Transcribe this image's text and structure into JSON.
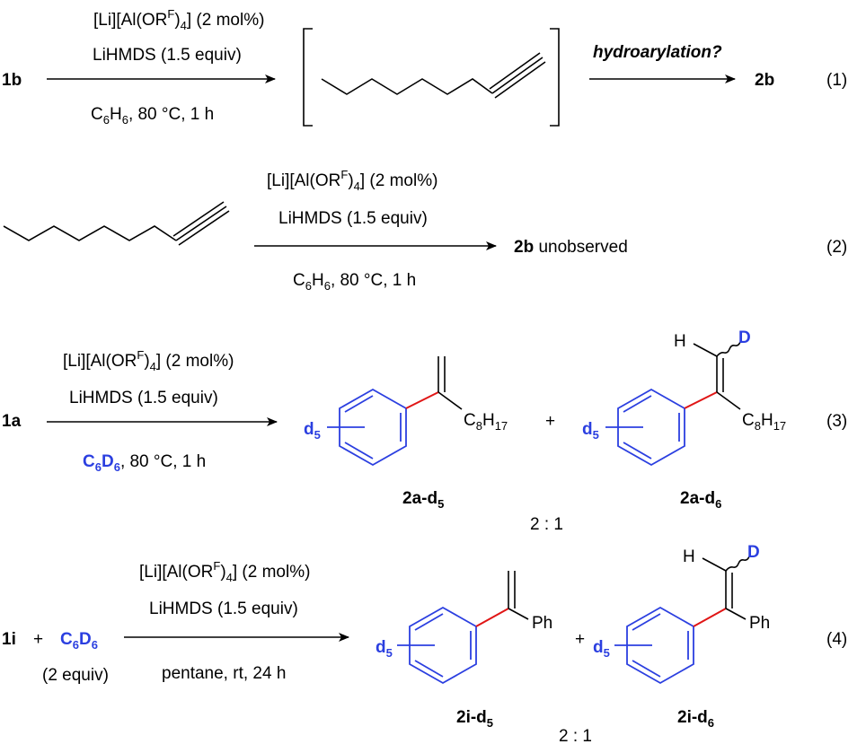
{
  "colors": {
    "blue": "#2b3fe0",
    "red": "#e01515",
    "black": "#000000"
  },
  "eq1": {
    "reactant": "1b",
    "cond1": [
      "[Li][Al(OR",
      "F",
      ")",
      "4",
      "] (2 mol%)"
    ],
    "cond2": "LiHMDS (1.5 equiv)",
    "cond3": [
      "C",
      "6",
      "H",
      "6",
      ", 80 °C, 1 h"
    ],
    "question": "hydroarylation?",
    "product": "2b",
    "number": "(1)"
  },
  "eq2": {
    "cond1": [
      "[Li][Al(OR",
      "F",
      ")",
      "4",
      "]  (2 mol%)"
    ],
    "cond2": "LiHMDS (1.5 equiv)",
    "cond3": [
      "C",
      "6",
      "H",
      "6",
      ", 80 °C, 1 h"
    ],
    "product": "2b",
    "product_note": " unobserved",
    "number": "(2)"
  },
  "eq3": {
    "reactant": "1a",
    "cond1": [
      "[Li][Al(OR",
      "F",
      ")",
      "4",
      "]  (2 mol%)"
    ],
    "cond2": "LiHMDS (1.5 equiv)",
    "cond3_solvent": [
      "C",
      "6",
      "D",
      "6"
    ],
    "cond3_rest": ", 80 °C, 1 h",
    "plus": "+",
    "p1_sub": [
      "C",
      "8",
      "H",
      "17"
    ],
    "p1_d": [
      "d",
      "5"
    ],
    "p1_label": [
      "2a-d",
      "5"
    ],
    "p2_H": "H",
    "p2_D": "D",
    "p2_sub": [
      "C",
      "8",
      "H",
      "17"
    ],
    "p2_d": [
      "d",
      "5"
    ],
    "p2_label": [
      "2a-d",
      "6"
    ],
    "ratio": "2 : 1",
    "number": "(3)"
  },
  "eq4": {
    "reactant": "1i",
    "plus1": "+",
    "reagent": [
      "C",
      "6",
      "D",
      "6"
    ],
    "reagent_note": "(2 equiv)",
    "cond1": [
      "[Li][Al(OR",
      "F",
      ")",
      "4",
      "] (2 mol%)"
    ],
    "cond2": "LiHMDS (1.5 equiv)",
    "cond3": "pentane, rt, 24 h",
    "p1_ph": "Ph",
    "p1_d": [
      "d",
      "5"
    ],
    "plus2": "+",
    "p2_H": "H",
    "p2_D": "D",
    "p2_ph": "Ph",
    "p2_d": [
      "d",
      "5"
    ],
    "p1_label": [
      "2i-d",
      "5"
    ],
    "p2_label": [
      "2i-d",
      "6"
    ],
    "ratio": "2 : 1",
    "number": "(4)"
  }
}
